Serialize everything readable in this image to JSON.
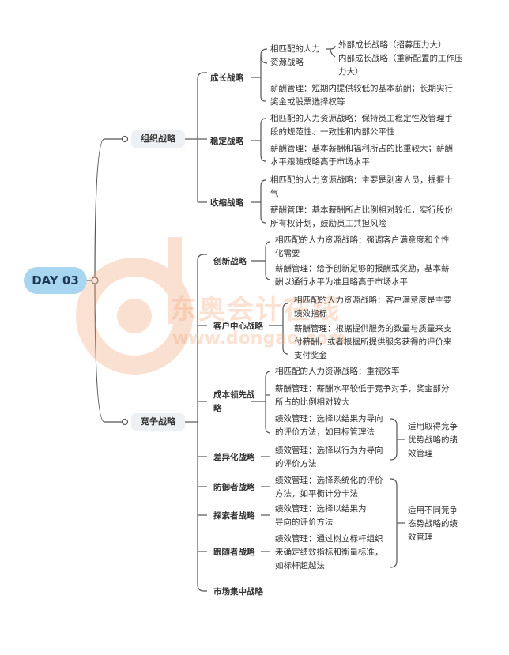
{
  "root": "DAY 03",
  "org": {
    "title": "组织战略",
    "growth": {
      "title": "成长战略",
      "hr_label": "相匹配的人力资源战略",
      "hr_items": [
        "外部成长战略（招募压力大）",
        "内部成长战略（重新配置的工作压力大）"
      ],
      "pay": "薪酬管理：短期内提供较低的基本薪酬；长期实行奖金或股票选择权等"
    },
    "stable": {
      "title": "稳定战略",
      "hr": "相匹配的人力资源战略：保持员工稳定性及管理手段的规范性、一致性和内部公平性",
      "pay": "薪酬管理：基本薪酬和福利所占的比重较大；薪酬水平跟随或略高于市场水平"
    },
    "shrink": {
      "title": "收缩战略",
      "hr": "相匹配的人力资源战略：主要是剥离人员，提振士气",
      "pay": "薪酬管理：基本薪酬所占比例相对较低，实行股份所有权计划，鼓励员工共担风险"
    }
  },
  "comp": {
    "title": "竞争战略",
    "innovation": {
      "title": "创新战略",
      "hr": "相匹配的人力资源战略：强调客户满意度和个性化需要",
      "pay": "薪酬管理：给予创新足够的报酬或奖励，基本薪酬以通行水平为准且略高于市场水平"
    },
    "customer": {
      "title": "客户中心战略",
      "hr": "相匹配的人力资源战略：客户满意度是主要绩效指标",
      "pay": "薪酬管理：根据提供服务的数量与质量来支付薪酬，或者根据所提供服务获得的评价来支付奖金"
    },
    "cost": {
      "title": "成本领先战略",
      "hr": "相匹配的人力资源战略：重视效率",
      "pay": "薪酬管理：薪酬水平较低于竞争对手，奖金部分所占的比例相对较大",
      "perf": "绩效管理：选择以结果为导向的评价方法，如目标管理法"
    },
    "diff": {
      "title": "差异化战略",
      "perf": "绩效管理：选择以行为为导向的评价方法"
    },
    "defender": {
      "title": "防御者战略",
      "perf": "绩效管理：选择系统化的评价方法，如平衡计分卡法"
    },
    "explorer": {
      "title": "探索者战略",
      "perf": "绩效管理：选择以结果为导向的评价方法"
    },
    "follower": {
      "title": "跟随者战略",
      "perf": "绩效管理：通过树立标杆组织来确定绩效指标和衡量标准，如标杆超越法"
    },
    "focus": {
      "title": "市场集中战略"
    },
    "note1": "适用取得竞争优势战略的绩效管理",
    "note2": "适用不同竞争态势战略的绩效管理"
  },
  "watermark": {
    "cn": "东奥会计在线",
    "url": "www.dongao.com"
  },
  "colors": {
    "line": "#555555",
    "root": "#a8d5f0",
    "pill": "#eef1f4",
    "wm_orange": "#f0a87a"
  }
}
